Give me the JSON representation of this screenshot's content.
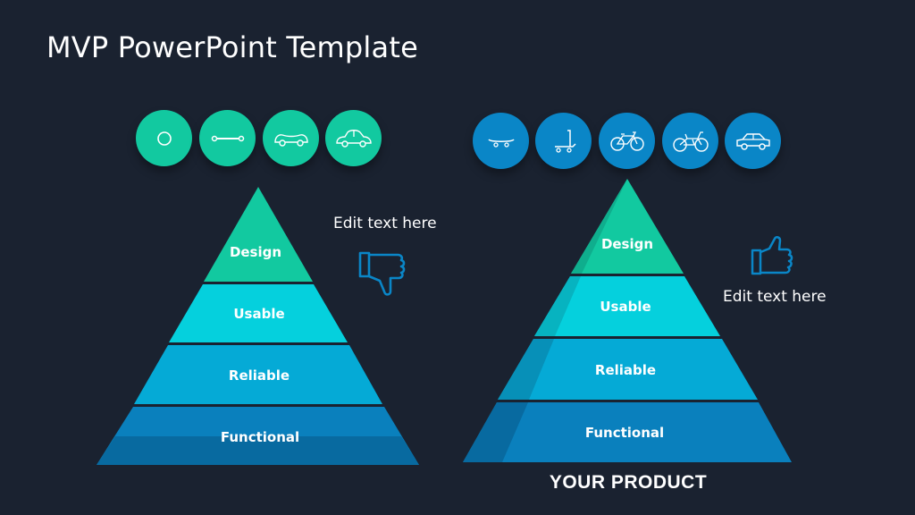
{
  "slide": {
    "title": "MVP PowerPoint Template",
    "colors": {
      "background": "#1a2230",
      "teal": "#12c9a0",
      "blue": "#0a86c7",
      "design": "#12c9a0",
      "usable": "#05d0dd",
      "reliable": "#05aad6",
      "functional": "#0a80bd",
      "icon_stroke": "#0a86c7"
    }
  },
  "left": {
    "icons": [
      {
        "name": "wheel-icon"
      },
      {
        "name": "axle-icon"
      },
      {
        "name": "car-chassis-icon"
      },
      {
        "name": "car-icon"
      }
    ],
    "layers": [
      "Design",
      "Usable",
      "Reliable",
      "Functional"
    ],
    "feedback": {
      "text": "Edit text here",
      "icon": "thumbs-down-icon"
    }
  },
  "right": {
    "icons": [
      {
        "name": "skateboard-icon"
      },
      {
        "name": "scooter-icon"
      },
      {
        "name": "bicycle-icon"
      },
      {
        "name": "motorcycle-icon"
      },
      {
        "name": "car-icon"
      }
    ],
    "layers": [
      "Design",
      "Usable",
      "Reliable",
      "Functional"
    ],
    "feedback": {
      "text": "Edit text here",
      "icon": "thumbs-up-icon"
    },
    "caption": "YOUR PRODUCT"
  }
}
